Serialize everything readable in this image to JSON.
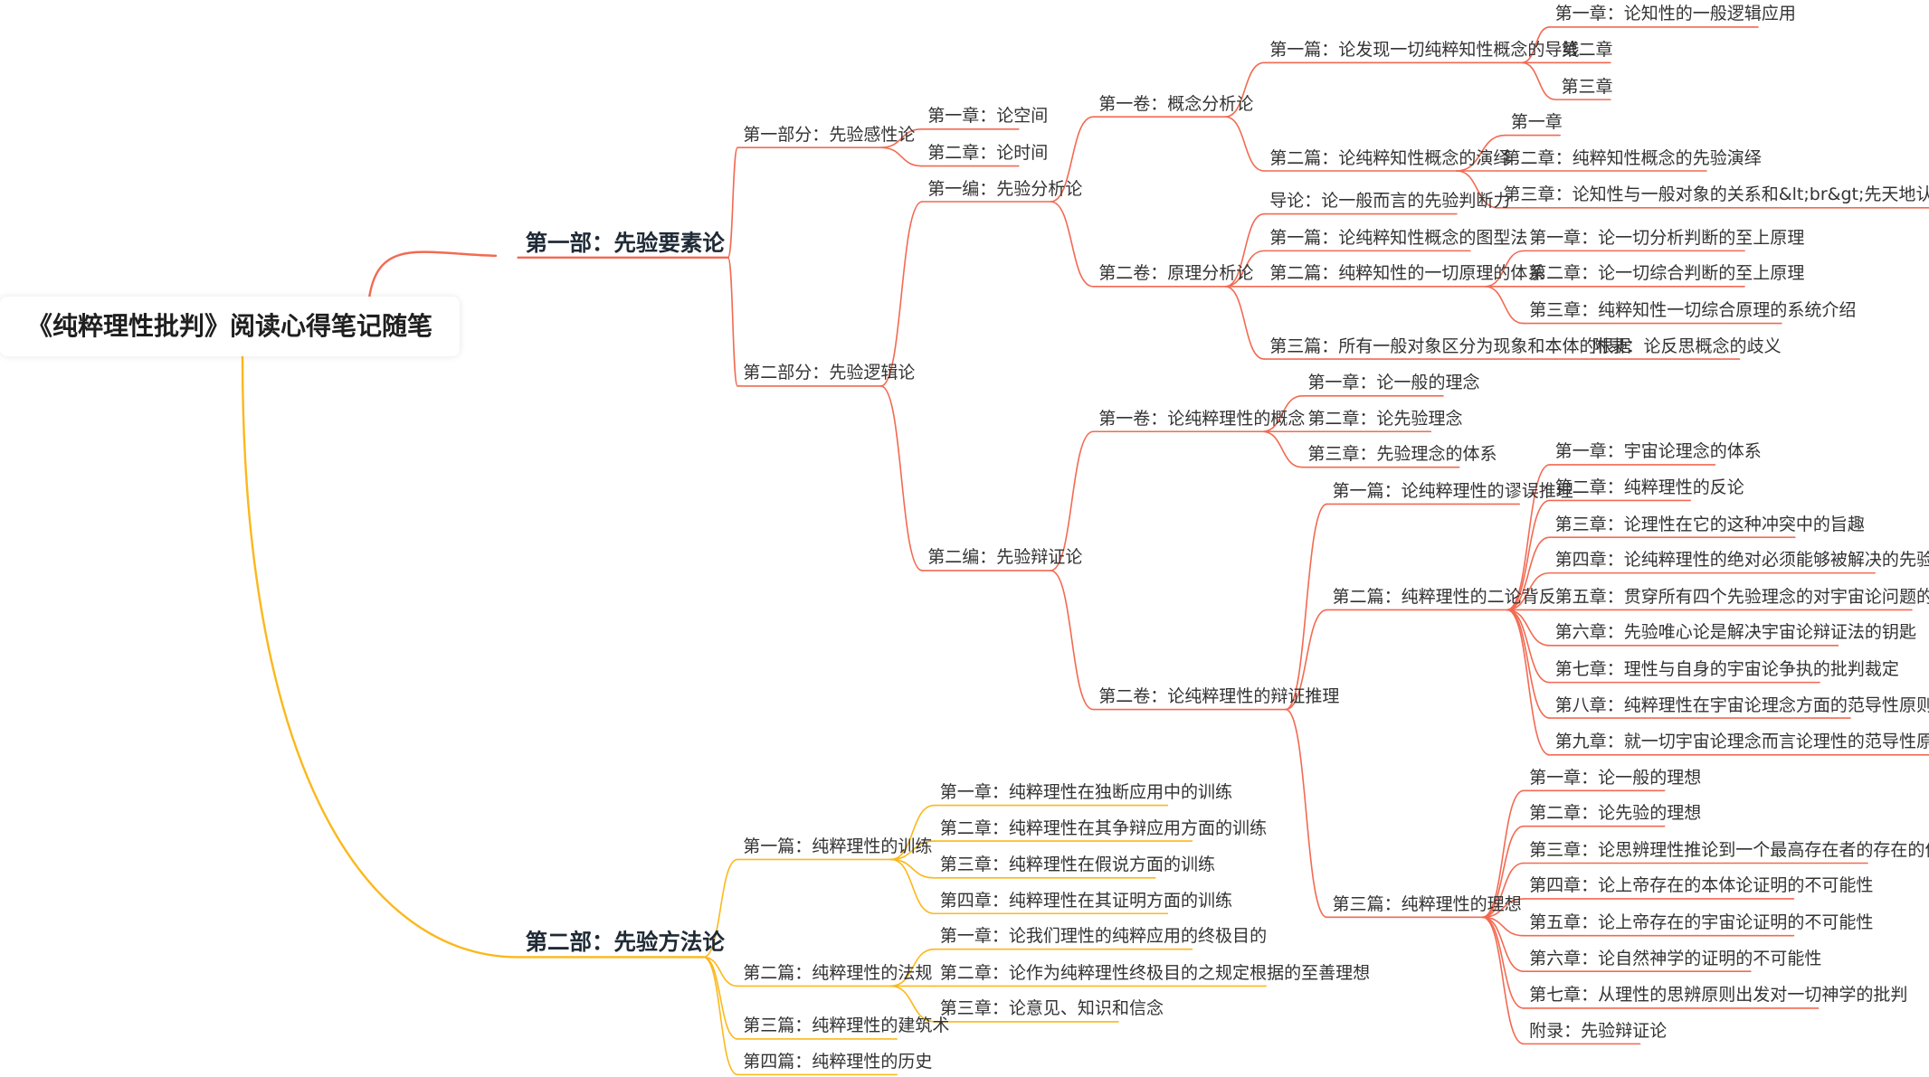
{
  "root": {
    "label": "《纯粹理性批判》阅读心得笔记随笔",
    "children": [
      {
        "label": "第一部：先验要素论",
        "children": [
          {
            "label": "第一部分：先验感性论",
            "children": [
              {
                "label": "第一章：论空间"
              },
              {
                "label": "第二章：论时间"
              }
            ]
          },
          {
            "label": "第二部分：先验逻辑论",
            "children": [
              {
                "label": "第一编：先验分析论",
                "children": [
                  {
                    "label": "第一卷：概念分析论",
                    "children": [
                      {
                        "label": "第一篇：论发现一切纯粹知性概念的导线",
                        "children": [
                          {
                            "label": "第一章：论知性的一般逻辑应用"
                          },
                          {
                            "label": "第二章"
                          },
                          {
                            "label": "第三章"
                          }
                        ]
                      },
                      {
                        "label": "第二篇：论纯粹知性概念的演绎",
                        "children": [
                          {
                            "label": "第一章"
                          },
                          {
                            "label": "第二章：纯粹知性概念的先验演绎"
                          },
                          {
                            "label": "第三章：论知性与一般对象的关系和&lt;br&gt;先天地认识这些对象的可能性"
                          }
                        ]
                      }
                    ]
                  },
                  {
                    "label": "第二卷：原理分析论",
                    "children": [
                      {
                        "label": "导论：论一般而言的先验判断力"
                      },
                      {
                        "label": "第一篇：论纯粹知性概念的图型法"
                      },
                      {
                        "label": "第二篇：纯粹知性的一切原理的体系",
                        "children": [
                          {
                            "label": "第一章：论一切分析判断的至上原理"
                          },
                          {
                            "label": "第二章：论一切综合判断的至上原理"
                          },
                          {
                            "label": "第三章：纯粹知性一切综合原理的系统介绍"
                          }
                        ]
                      },
                      {
                        "label": "第三篇：所有一般对象区分为现象和本体的根据",
                        "children": [
                          {
                            "label": "附录：论反思概念的歧义"
                          }
                        ]
                      }
                    ]
                  }
                ]
              },
              {
                "label": "第二编：先验辩证论",
                "children": [
                  {
                    "label": "第一卷：论纯粹理性的概念",
                    "children": [
                      {
                        "label": "第一章：论一般的理念"
                      },
                      {
                        "label": "第二章：论先验理念"
                      },
                      {
                        "label": "第三章：先验理念的体系"
                      }
                    ]
                  },
                  {
                    "label": "第二卷：论纯粹理性的辩证推理",
                    "children": [
                      {
                        "label": "第一篇：论纯粹理性的谬误推理"
                      },
                      {
                        "label": "第二篇：纯粹理性的二论背反",
                        "children": [
                          {
                            "label": "第一章：宇宙论理念的体系"
                          },
                          {
                            "label": "第二章：纯粹理性的反论"
                          },
                          {
                            "label": "第三章：论理性在它的这种冲突中的旨趣"
                          },
                          {
                            "label": "第四章：论纯粹理性的绝对必须能够被解决的先验课题"
                          },
                          {
                            "label": "第五章：贯穿所有四个先验理念的对宇宙论问题的怀疑论观念"
                          },
                          {
                            "label": "第六章：先验唯心论是解决宇宙论辩证法的钥匙"
                          },
                          {
                            "label": "第七章：理性与自身的宇宙论争执的批判裁定"
                          },
                          {
                            "label": "第八章：纯粹理性在宇宙论理念方面的范导性原则"
                          },
                          {
                            "label": "第九章：就一切宇宙论理念而言论理性的范导性原则的经验性应用"
                          }
                        ]
                      },
                      {
                        "label": "第三篇：纯粹理性的理想",
                        "children": [
                          {
                            "label": "第一章：论一般的理想"
                          },
                          {
                            "label": "第二章：论先验的理想"
                          },
                          {
                            "label": "第三章：论思辨理性推论到一个最高存在者的存在的依据"
                          },
                          {
                            "label": "第四章：论上帝存在的本体论证明的不可能性"
                          },
                          {
                            "label": "第五章：论上帝存在的宇宙论证明的不可能性"
                          },
                          {
                            "label": "第六章：论自然神学的证明的不可能性"
                          },
                          {
                            "label": "第七章：从理性的思辨原则出发对一切神学的批判"
                          },
                          {
                            "label": "附录：先验辩证论"
                          }
                        ]
                      }
                    ]
                  }
                ]
              }
            ]
          }
        ]
      },
      {
        "label": "第二部：先验方法论",
        "children": [
          {
            "label": "第一篇：纯粹理性的训练",
            "children": [
              {
                "label": "第一章：纯粹理性在独断应用中的训练"
              },
              {
                "label": "第二章：纯粹理性在其争辩应用方面的训练"
              },
              {
                "label": "第三章：纯粹理性在假说方面的训练"
              },
              {
                "label": "第四章：纯粹理性在其证明方面的训练"
              }
            ]
          },
          {
            "label": "第二篇：纯粹理性的法规",
            "children": [
              {
                "label": "第一章：论我们理性的纯粹应用的终极目的"
              },
              {
                "label": "第二章：论作为纯粹理性终极目的之规定根据的至善理想"
              },
              {
                "label": "第三章：论意见、知识和信念"
              }
            ]
          },
          {
            "label": "第三篇：纯粹理性的建筑术"
          },
          {
            "label": "第四篇：纯粹理性的历史"
          }
        ]
      }
    ]
  },
  "colors": {
    "branch_1": "#F26A52",
    "branch_2": "#FBB81B",
    "text": "#333333",
    "root_text": "#1F1F1F"
  }
}
